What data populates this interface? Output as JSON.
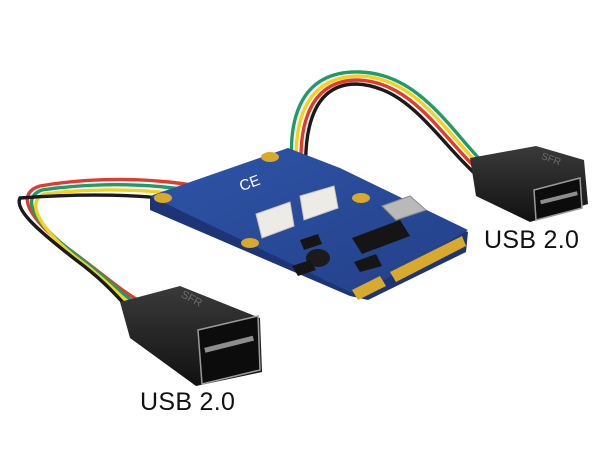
{
  "image": {
    "subject": "Mini PCIe card with two USB 2.0 female connectors on 4-wire cables",
    "labels": {
      "right_connector": "USB 2.0",
      "left_connector": "USB 2.0"
    },
    "connector_marking": "SFR",
    "board_marking": "CE",
    "colors": {
      "background": "#ffffff",
      "pcb": "#2a4a9a",
      "pcb_edge": "#1d3577",
      "gold": "#d9a92c",
      "connector_housing": "#1c1c1c",
      "header_white": "#ecebe6",
      "wire_red": "#e23b2e",
      "wire_black": "#1a1a1a",
      "wire_green": "#1f9a6c",
      "wire_yellow": "#f2d21b"
    }
  }
}
